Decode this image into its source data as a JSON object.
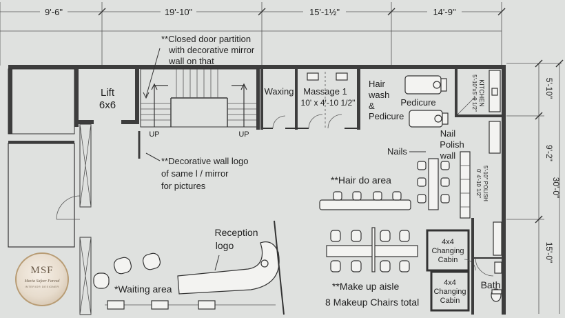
{
  "dimensions": {
    "top_1": "9'-6\"",
    "top_2": "19'-10\"",
    "top_3": "15'-1½\"",
    "top_4": "14'-9\"",
    "right_1": "5'-10\"",
    "right_2": "9'-2\"",
    "right_total": "30'-0\"",
    "right_3": "15'-0\""
  },
  "rooms": {
    "lift_line1": "Lift",
    "lift_line2": "6x6",
    "waxing": "Waxing",
    "massage_line1": "Massage 1",
    "massage_line2": "10' x 4'-10 1/2\"",
    "hairwash_line1": "Hair",
    "hairwash_line2": "wash",
    "hairwash_line3": "&",
    "hairwash_line4": "Pedicure",
    "pedicure": "Pedicure",
    "kitchen_line1": "KITCHEN",
    "kitchen_line2": "5'-10\"x5'-9 1/2\"",
    "nail_polish_line1": "Nail",
    "nail_polish_line2": "Polish",
    "nail_polish_line3": "wall",
    "polish_dim_line1": "5'-10\" POLISH",
    "polish_dim_line2": "0' 4'-10 1/2\"",
    "nails": "Nails",
    "hair_do": "**Hair do area",
    "reception_line1": "Reception",
    "reception_line2": "logo",
    "waiting": "*Waiting area",
    "makeup_line1": "**Make up aisle",
    "makeup_line2": "8 Makeup Chairs total",
    "cabin1_line1": "4x4",
    "cabin1_line2": "Changing",
    "cabin1_line3": "Cabin",
    "cabin2_line1": "4x4",
    "cabin2_line2": "Changing",
    "cabin2_line3": "Cabin",
    "bath": "Bath"
  },
  "notes": {
    "partition_line1": "**Closed door partition",
    "partition_line2": "with decorative mirror",
    "partition_line3": "wall on that",
    "logo_wall_line1": "**Decorative wall logo",
    "logo_wall_line2": "of same l / mirror",
    "logo_wall_line3": "for pictures",
    "up_left": "UP",
    "up_right": "UP"
  },
  "logo": {
    "mark": "MSF",
    "name": "Mavia Safeer Fareed",
    "sub": "INTERIOR DESIGNER"
  }
}
